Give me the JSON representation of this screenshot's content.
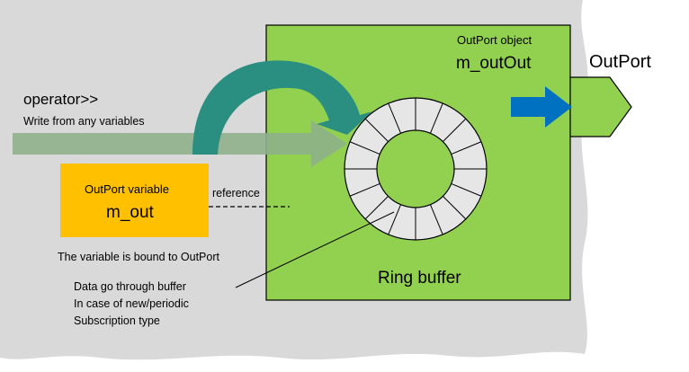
{
  "colors": {
    "background_paper": "#d9d9d9",
    "outport_object": "#92d050",
    "outport_variable": "#ffc000",
    "write_arrow": "#8fb08a",
    "curved_arrow": "#2a8f80",
    "data_arrow": "#0070c0",
    "ring_fill": "#e6e6e6",
    "ring_center": "#92d050"
  },
  "diagram": {
    "object_caption": "OutPort object",
    "object_name": "m_outOut",
    "port_label": "OutPort",
    "operator_label": "operator>>",
    "operator_desc": "Write from any variables",
    "variable_caption": "OutPort variable",
    "variable_name": "m_out",
    "reference_label": "reference",
    "bound_note": "The variable is bound to OutPort",
    "buffer_note": [
      "Data go through buffer",
      "In case of new/periodic",
      "Subscription type"
    ],
    "ring_label": "Ring buffer",
    "ring_segments": 16
  }
}
